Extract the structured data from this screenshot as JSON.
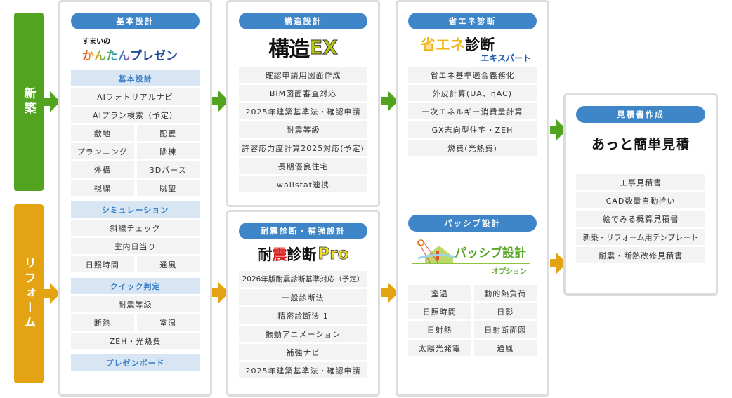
{
  "flows": {
    "new_build": {
      "label": "新築",
      "color": "#52a31f"
    },
    "reform": {
      "label": "リフォーム",
      "color": "#e4a312"
    }
  },
  "accent_colors": {
    "pill": "#3f86c8",
    "section": "#d8e6f4",
    "section_text": "#3a80c6",
    "row_bg": "#f3f3f3",
    "border": "#dcdcdc"
  },
  "panels": {
    "basic_design": {
      "pill": "基本設計",
      "logo": {
        "small": "すまいの",
        "main_colored": "かんたん",
        "main_blue": "プレゼン"
      },
      "sections": [
        {
          "title": "基本設計",
          "full_rows": [
            "AIフォトリアルナビ",
            "AIプラン検索（予定）"
          ],
          "pairs": [
            [
              "敷地",
              "配置"
            ],
            [
              "プランニング",
              "隣棟"
            ],
            [
              "外構",
              "3Dパース"
            ],
            [
              "視線",
              "眺望"
            ]
          ]
        },
        {
          "title": "シミュレーション",
          "full_rows": [
            "斜線チェック",
            "室内日当り"
          ],
          "pairs": [
            [
              "日照時間",
              "通風"
            ]
          ]
        },
        {
          "title": "クイック判定",
          "full_rows": [
            "耐震等級"
          ],
          "pairs": [
            [
              "断熱",
              "室温"
            ]
          ],
          "after_rows": [
            "ZEH・光熱費"
          ]
        },
        {
          "title": "プレゼンボード"
        }
      ]
    },
    "structural_design": {
      "pill": "構造設計",
      "logo": {
        "kanji": "構造",
        "suffix": "EX"
      },
      "items": [
        "確認申請用図面作成",
        "BIM図面審査対応",
        "2025年建築基準法・確認申請",
        "耐震等級",
        "許容応力度計算2025対応(予定)",
        "長期優良住宅",
        "wallstat連携"
      ]
    },
    "seismic": {
      "pill": "耐震診断・補強設計",
      "logo": {
        "a": "耐",
        "b": "震",
        "c": "診断",
        "suffix": "Pro"
      },
      "items": [
        "2026年版耐震診断基準対応（予定）",
        "一般診断法",
        "精密診断法 1",
        "振動アニメーション",
        "補強ナビ",
        "2025年建築基準法・確認申請"
      ]
    },
    "energy": {
      "pill": "省エネ診断",
      "logo": {
        "yellow": "省エネ",
        "black": "診断",
        "blue": "エキスパート"
      },
      "items": [
        "省エネ基準適合義務化",
        "外皮計算(UA、ηAC)",
        "一次エネルギー消費量計算",
        "GX志向型住宅・ZEH",
        "燃費(光熱費)"
      ]
    },
    "passive": {
      "pill": "パッシブ設計",
      "logo": {
        "main": "パッシブ設計",
        "sub": "オプション"
      },
      "pairs": [
        [
          "室温",
          "動的熱負荷"
        ],
        [
          "日照時間",
          "日影"
        ],
        [
          "日射熱",
          "日射断面図"
        ],
        [
          "太陽光発電",
          "通風"
        ]
      ]
    },
    "estimate": {
      "pill": "見積書作成",
      "logo": {
        "text": "あっと簡単見積"
      },
      "items": [
        "工事見積書",
        "CAD数量自動拾い",
        "絵でみる概算見積書",
        "新築・リフォーム用テンプレート",
        "耐震・断熱改修見積書"
      ]
    }
  }
}
